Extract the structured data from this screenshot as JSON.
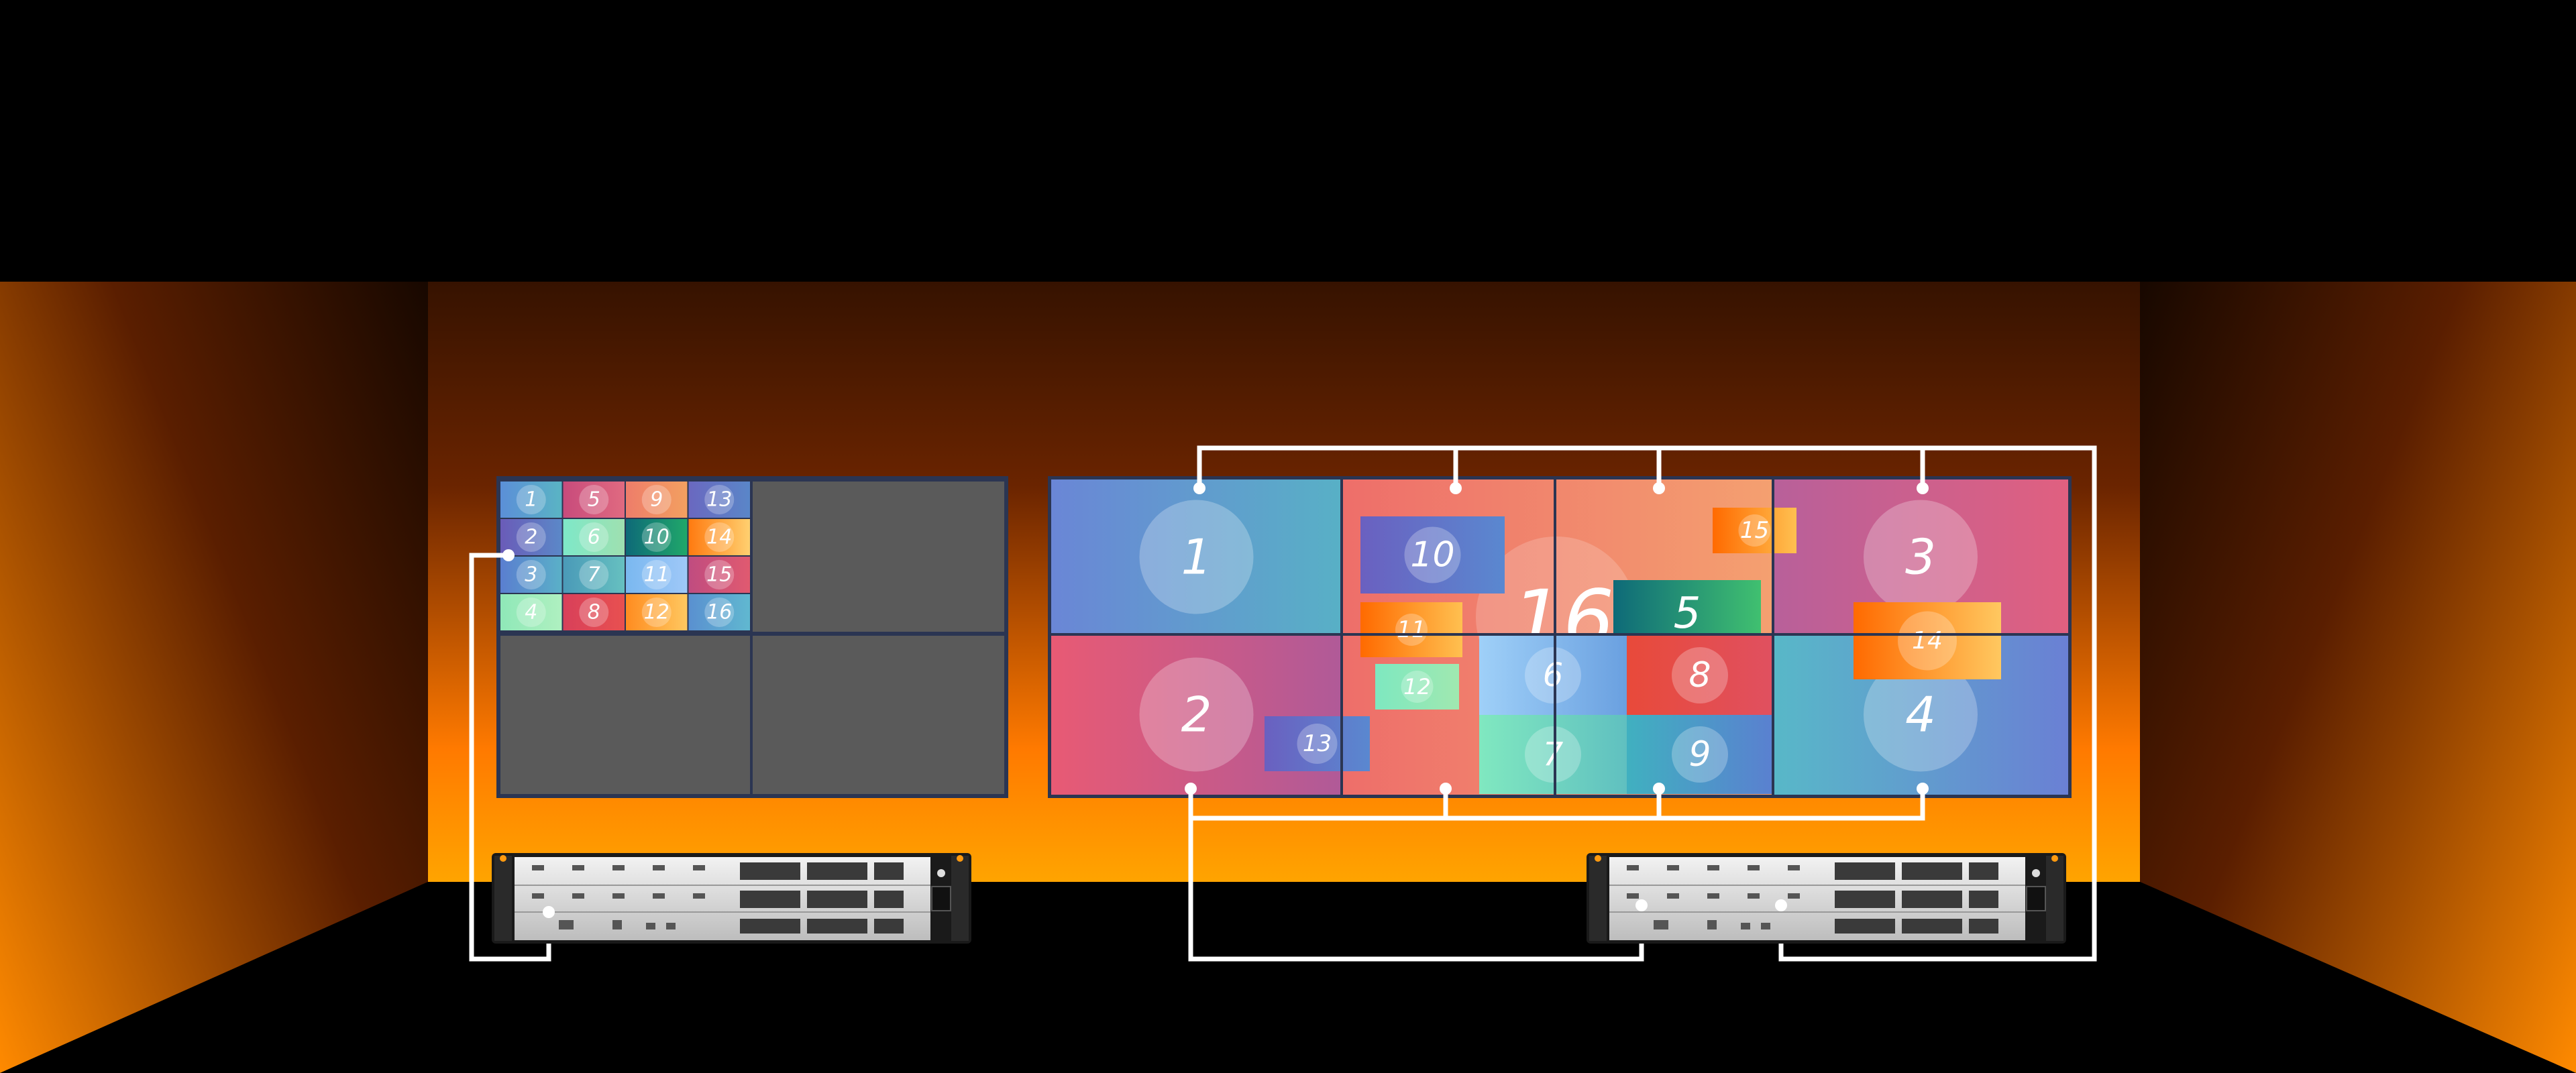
{
  "colors": {
    "stage_glow": "#ff8a00",
    "panel_border": "#2b3552",
    "preview_gray": "#5a5a5a",
    "cable": "#ffffff"
  },
  "preview_monitor": {
    "sources": [
      {
        "label": "1",
        "c1": "#5b8fd8",
        "c2": "#5ab4c4"
      },
      {
        "label": "5",
        "c1": "#c84b7c",
        "c2": "#e06a80"
      },
      {
        "label": "9",
        "c1": "#ee7d6a",
        "c2": "#f3a060"
      },
      {
        "label": "13",
        "c1": "#6a68c0",
        "c2": "#5a86c8"
      },
      {
        "label": "2",
        "c1": "#6a5bb8",
        "c2": "#5b88c8"
      },
      {
        "label": "6",
        "c1": "#7ee8c8",
        "c2": "#9fe0b0"
      },
      {
        "label": "10",
        "c1": "#0e6a78",
        "c2": "#20a86a"
      },
      {
        "label": "14",
        "c1": "#ff7a10",
        "c2": "#ffd070"
      },
      {
        "label": "3",
        "c1": "#5a7ed0",
        "c2": "#5ab0c8"
      },
      {
        "label": "7",
        "c1": "#4a9ab8",
        "c2": "#66c0c0"
      },
      {
        "label": "11",
        "c1": "#7ab8f0",
        "c2": "#9fc8f8"
      },
      {
        "label": "15",
        "c1": "#c04c80",
        "c2": "#e05a70"
      },
      {
        "label": "4",
        "c1": "#8fe8b8",
        "c2": "#aff0c0"
      },
      {
        "label": "8",
        "c1": "#d8405a",
        "c2": "#e85050"
      },
      {
        "label": "12",
        "c1": "#ff8c20",
        "c2": "#ffc860"
      },
      {
        "label": "16",
        "c1": "#5a90d0",
        "c2": "#60b8d0"
      }
    ]
  },
  "main_wall": {
    "tiles": [
      {
        "label": "1",
        "c1": "#6a86d6",
        "c2": "#58b0c6"
      },
      {
        "label": "3",
        "c1": "#b8609a",
        "c2": "#e06080"
      },
      {
        "label": "2",
        "c1": "#e85a74",
        "c2": "#b05a98"
      },
      {
        "label": "4",
        "c1": "#58b8c8",
        "c2": "#6a80d4"
      }
    ],
    "center_bg": {
      "label": "16",
      "c1": "#ee6e6a",
      "c2": "#f4a070"
    },
    "windows": [
      {
        "label": "10",
        "c1": "#6a60c0",
        "c2": "#5a88d0"
      },
      {
        "label": "15",
        "c1": "#ff6a00",
        "c2": "#ffc050"
      },
      {
        "label": "11",
        "c1": "#ff6a00",
        "c2": "#ffc050"
      },
      {
        "label": "5",
        "c1": "#0e6a78",
        "c2": "#40c070"
      },
      {
        "label": "14",
        "c1": "#ff6a00",
        "c2": "#ffc860"
      },
      {
        "label": "12",
        "c1": "#7ee8c0",
        "c2": "#a0e8b0"
      },
      {
        "label": "6",
        "c1": "#9fd0f8",
        "c2": "#6aa0e0"
      },
      {
        "label": "8",
        "c1": "#e84a3a",
        "c2": "#e05060"
      },
      {
        "label": "13",
        "c1": "#6a60c0",
        "c2": "#5a88d0"
      },
      {
        "label": "7",
        "c1": "#80e8c0",
        "c2": "#60c0c0"
      },
      {
        "label": "9",
        "c1": "#40b0c0",
        "c2": "#5a80d0"
      }
    ]
  },
  "icons": {
    "processor_left": "video-processor-icon",
    "processor_right": "video-processor-icon"
  }
}
